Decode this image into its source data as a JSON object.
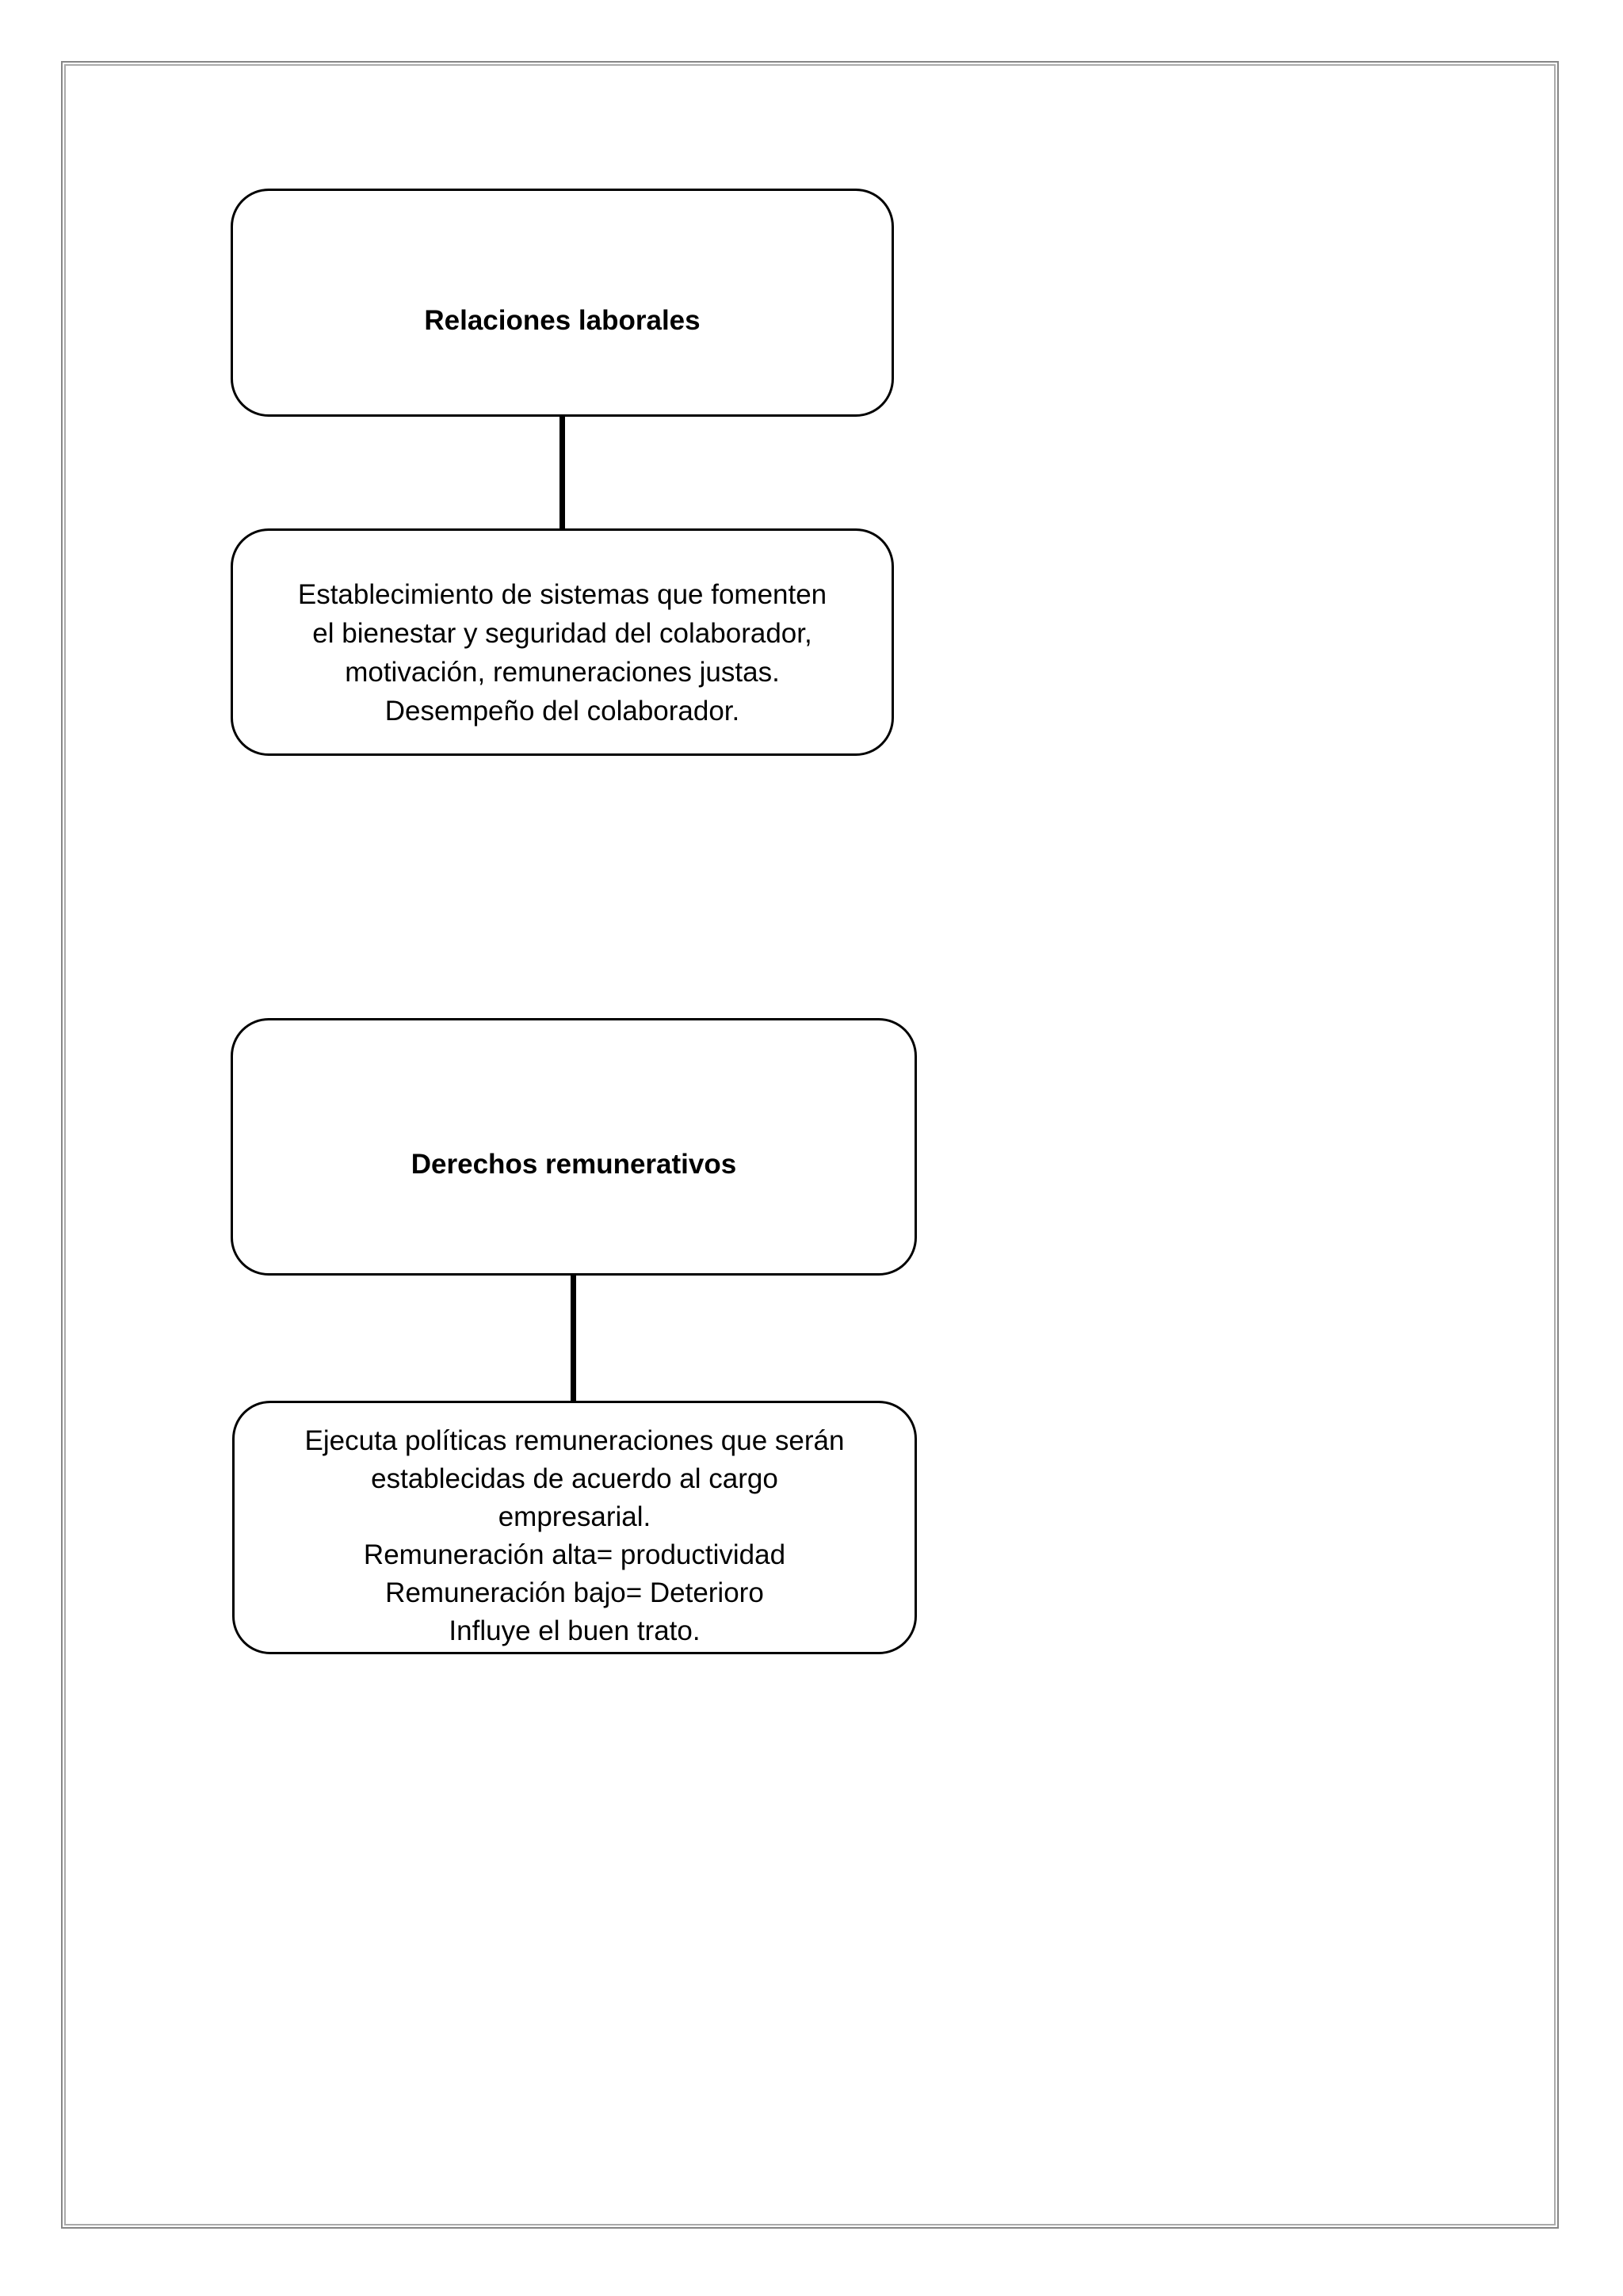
{
  "page": {
    "background_color": "#ffffff",
    "border_outer_color": "#868686",
    "border_inner_color": "#aaaaaa",
    "box_stroke_color": "#000000"
  },
  "flowchart": {
    "node1": {
      "title": "Relaciones laborales"
    },
    "node1_detail": {
      "lines": [
        "Establecimiento de sistemas que fomenten",
        "el bienestar y seguridad del colaborador,",
        "motivación, remuneraciones justas.",
        "Desempeño del colaborador."
      ]
    },
    "node2": {
      "title": "Derechos remunerativos"
    },
    "node2_detail": {
      "lines": [
        "Ejecuta políticas remuneraciones que serán",
        "establecidas de acuerdo al cargo",
        "empresarial.",
        "Remuneración alta= productividad",
        "Remuneración bajo= Deterioro",
        "Influye el buen trato."
      ]
    }
  }
}
